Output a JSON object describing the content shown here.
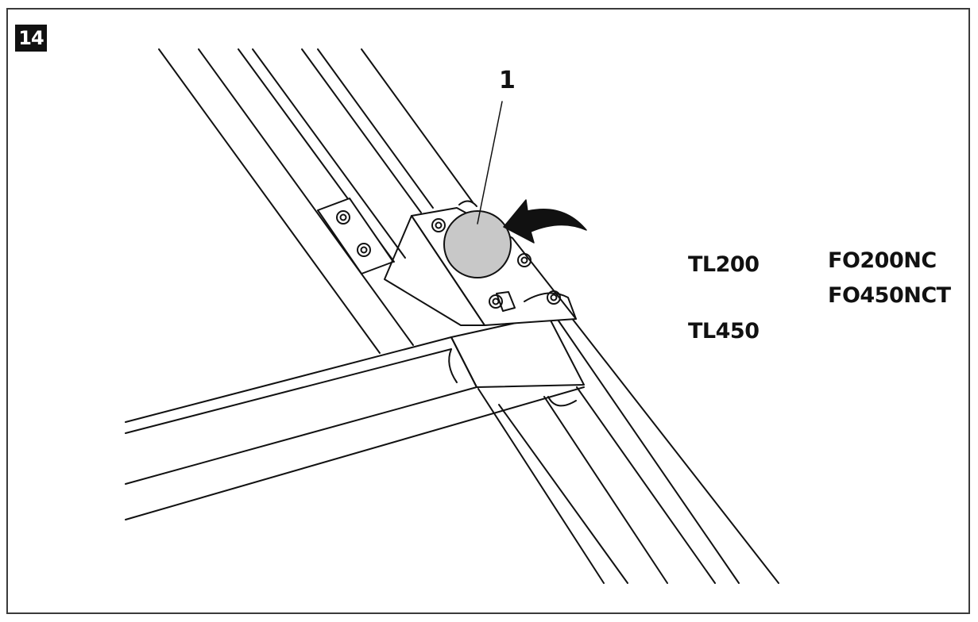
{
  "figure": {
    "number": "14",
    "callout": "1",
    "models": {
      "left": [
        "TL200",
        "TL450"
      ],
      "right": [
        "FO200NC",
        "FO450NCT"
      ]
    },
    "colors": {
      "ink": "#111111",
      "knob_fill": "#c8c8c8",
      "border": "#3a3a3a"
    },
    "icons": [
      "rotation-arrow-icon",
      "knob-icon",
      "screw-icon"
    ]
  }
}
